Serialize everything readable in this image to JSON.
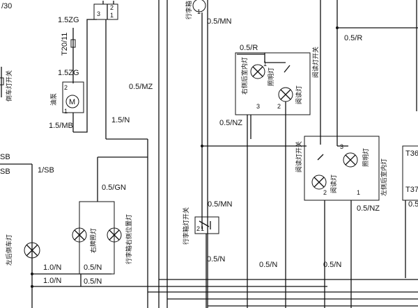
{
  "wires": {
    "w_0p5_30": "/30",
    "w_1p5zg_top": "1.5ZG",
    "w_t20_11": "T20/11",
    "w_1p5zg_mid": "1.5ZG",
    "w_1p5mb": "1.5/MB",
    "w_0p5mz": "0.5/MZ",
    "w_1p5n": "1.5/N",
    "w_0p5mn_top": "0.5/MN",
    "w_0p5r_left": "0.5/R",
    "w_0p5r_right": "0.5/R",
    "w_0p5nz_mid": "0.5/NZ",
    "w_0p5nz_right": "0.5/NZ",
    "w_sb1": "SB",
    "w_sb2": "SB",
    "w_1sb": "1/SB",
    "w_0p5gn": "0.5/GN",
    "w_0p5mn_mid": "0.5/MN",
    "w_0p5n_a": "0.5/N",
    "w_0p5n_b": "0.5/N",
    "w_0p5n_c": "0.5/N",
    "w_0p5n_d": "0.5/N",
    "w_0p5n_e": "0.5/N",
    "w_1p0n_a": "1.0/N",
    "w_1p0n_b": "1.0/N",
    "w_t36": "T36",
    "w_t37": "T37",
    "w_0p_frag": "0.5"
  },
  "components": {
    "reverse_light_switch": "倒车灯开关",
    "fuel_pump": "油泵",
    "motor_symbol": "M",
    "trunk_light_switch_top": "行李箱",
    "right_rear_dome_light": "右侧后室内灯",
    "illumination_light": "照明灯",
    "reading_light_a": "阅读灯",
    "reading_light_switch_a": "阅读灯开关",
    "reading_light_switch_b": "阅读灯开关",
    "reading_light_b": "阅读灯",
    "illumination_light_b": "照明灯",
    "left_rear_dome_light": "左侧后室内灯",
    "plate_light": "右牌照灯",
    "trunk_right_position_light": "行李箱右侧位置灯",
    "trunk_light_switch": "行李箱灯开关",
    "left_rear_reverse_light": "左后倒车灯"
  },
  "pins": {
    "p3": "3",
    "p2a": "2",
    "p1a": "1",
    "pump_2": "2",
    "pump_1": "1",
    "tr_1": "1",
    "rr_1": "1",
    "rr_3": "3",
    "rr_2": "2",
    "rd_3": "3",
    "rd_2": "2",
    "rd_1": "1",
    "ts_2": "2",
    "ts_1": "1"
  }
}
